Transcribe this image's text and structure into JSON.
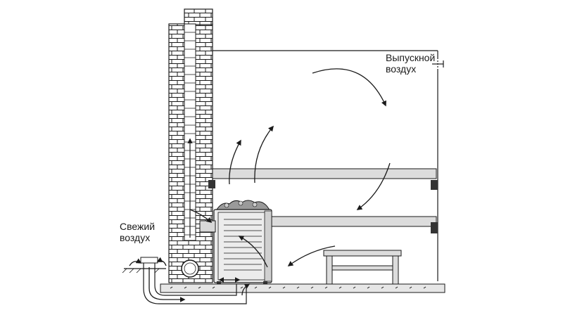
{
  "labels": {
    "exhaust_line1": "Выпускной",
    "exhaust_line2": "воздух",
    "fresh_line1": "Свежий",
    "fresh_line2": "воздух"
  },
  "colors": {
    "line": "#1a1a1a",
    "bench": "#dcdcdc",
    "stove": "#ececec",
    "floor": "#e6e6e6",
    "stones": "#9a9a9a"
  },
  "icons": {
    "airflow": "curved-arrow-icon",
    "pipe": "duct-pipe-icon"
  }
}
